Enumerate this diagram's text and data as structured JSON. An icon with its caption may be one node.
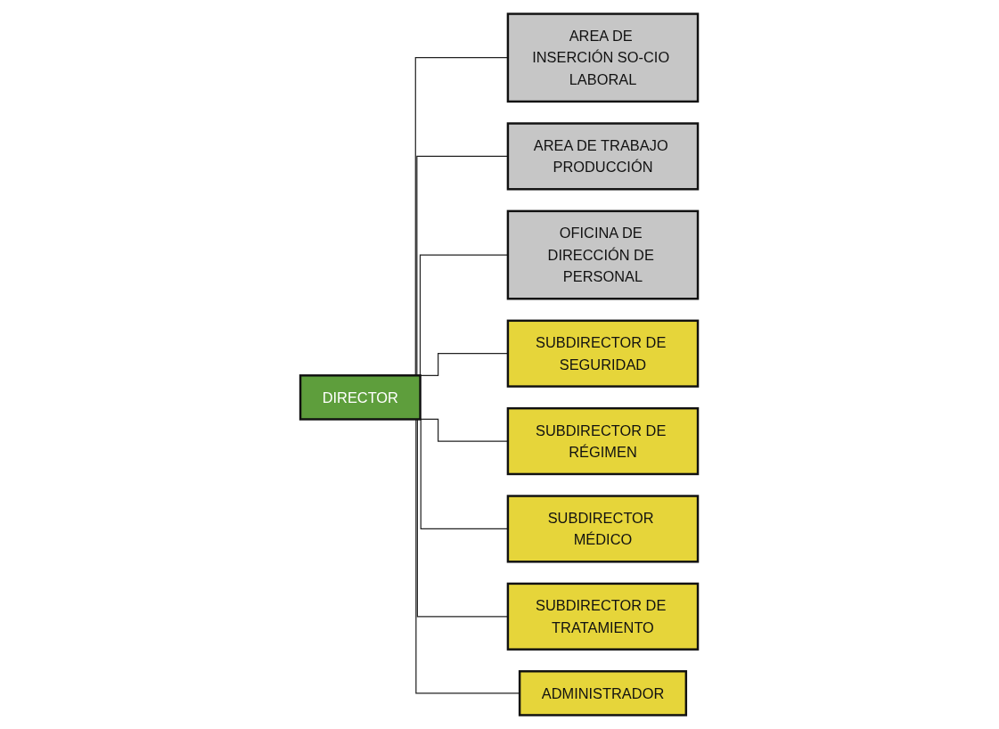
{
  "diagram": {
    "nodes": [
      {
        "text": [
          "DIRECTOR"
        ]
      },
      {
        "text": [
          "AREA DE INSERCIÓN SO-CIO LABORAL"
        ]
      },
      {
        "text": [
          "AREA DE TRABAJO PRODUCCIÓN"
        ]
      },
      {
        "text": [
          "OFICINA DE DIRECCIÓN DE PERSONAL"
        ]
      },
      {
        "text": [
          "SUBDIRECTOR DE SEGURIDAD"
        ]
      },
      {
        "text": [
          "SUBDIRECTOR DE RÉGIMEN"
        ]
      },
      {
        "text": [
          "SUBDIRECTOR MÉDICO"
        ]
      },
      {
        "text": [
          "SUBDIRECTOR DE TRATAMIENTO"
        ]
      },
      {
        "text": [
          "ADMINISTRADOR"
        ]
      }
    ],
    "edges": [
      {
        "from": 0,
        "to": 1,
        "arrow": "none"
      },
      {
        "from": 0,
        "to": 2,
        "arrow": "none"
      },
      {
        "from": 0,
        "to": 3,
        "arrow": "none"
      },
      {
        "from": 0,
        "to": 4,
        "arrow": "none"
      },
      {
        "from": 0,
        "to": 5,
        "arrow": "none"
      },
      {
        "from": 0,
        "to": 6,
        "arrow": "none"
      },
      {
        "from": 0,
        "to": 7,
        "arrow": "none"
      },
      {
        "from": 0,
        "to": 8,
        "arrow": "none"
      }
    ]
  }
}
